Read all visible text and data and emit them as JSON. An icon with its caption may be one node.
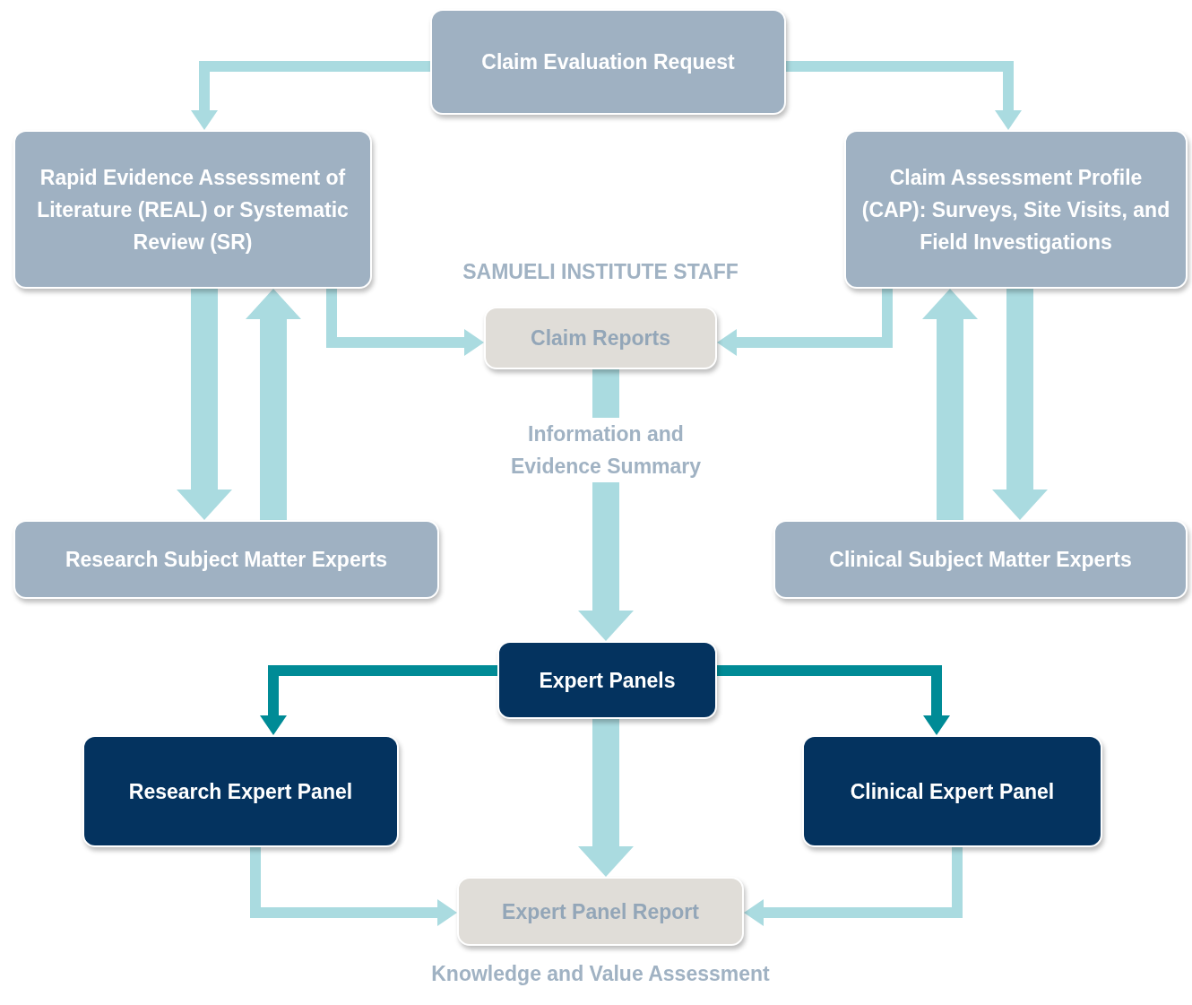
{
  "diagram": {
    "nodes": [
      {
        "text": [
          "Claim Evaluation Request"
        ]
      },
      {
        "text": [
          "Rapid Evidence Assessment of Literature (REAL) or Systematic Review (SR)"
        ]
      },
      {
        "text": [
          "Claim Assessment Profile (CAP): Surveys, Site Visits, and Field Investigations"
        ]
      },
      {
        "text": [
          "Claim Reports"
        ],
        "beside": [
          "SAMUELI INSTITUTE STAFF"
        ]
      },
      {
        "text": [
          "Research Subject Matter Experts"
        ]
      },
      {
        "text": [
          "Clinical Subject Matter Experts"
        ]
      },
      {
        "text": [
          "Expert Panels"
        ]
      },
      {
        "text": [
          "Research Expert Panel"
        ]
      },
      {
        "text": [
          "Clinical Expert Panel"
        ]
      },
      {
        "text": [
          "Expert Panel Report"
        ],
        "beside": [
          "Knowledge and Value Assessment"
        ]
      }
    ],
    "edges": [
      {
        "from": 0,
        "to": 1,
        "arrow": "to"
      },
      {
        "from": 0,
        "to": 2,
        "arrow": "to"
      },
      {
        "from": 1,
        "to": 3,
        "arrow": "to"
      },
      {
        "from": 2,
        "to": 3,
        "arrow": "to"
      },
      {
        "from": 1,
        "to": 4,
        "arrow": "to",
        "style": "thick"
      },
      {
        "from": 4,
        "to": 1,
        "arrow": "to",
        "style": "thick"
      },
      {
        "from": 5,
        "to": 2,
        "arrow": "to",
        "style": "thick"
      },
      {
        "from": 2,
        "to": 5,
        "arrow": "to",
        "style": "thick"
      },
      {
        "from": 3,
        "to": 6,
        "arrow": "to",
        "label": "Information and Evidence Summary",
        "style": "thick"
      },
      {
        "from": 6,
        "to": 7,
        "arrow": "to",
        "color": "#008b96"
      },
      {
        "from": 6,
        "to": 8,
        "arrow": "to",
        "color": "#008b96"
      },
      {
        "from": 6,
        "to": 9,
        "arrow": "to",
        "style": "thick"
      },
      {
        "from": 7,
        "to": 9,
        "arrow": "to"
      },
      {
        "from": 8,
        "to": 9,
        "arrow": "to"
      }
    ]
  }
}
